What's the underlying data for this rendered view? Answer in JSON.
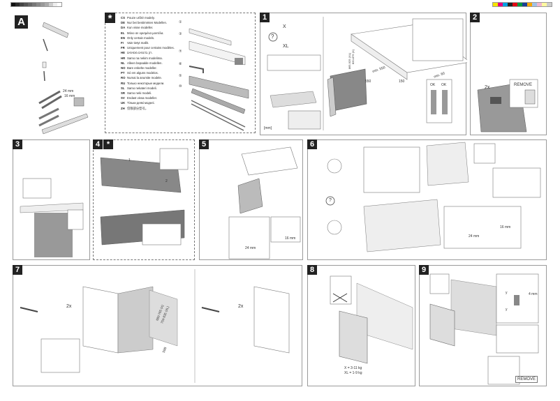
{
  "colors": {
    "gray_swatches": [
      "#111",
      "#2a2a2a",
      "#444",
      "#555",
      "#666",
      "#777",
      "#888",
      "#999",
      "#aaa",
      "#bbb",
      "#ddd",
      "#fff"
    ],
    "color_swatches": [
      "#f5e400",
      "#e5007e",
      "#00a0e3",
      "#222",
      "#e30613",
      "#009a3e",
      "#1d3f94",
      "#f7a600",
      "#a0c1e6",
      "#f1b6cf",
      "#fff8a0",
      "#ccc"
    ]
  },
  "panel_a": {
    "badge": "A",
    "wrench_sizes": [
      "24 mm",
      "16 mm"
    ]
  },
  "notes": {
    "badge": "*",
    "languages": [
      {
        "code": "CS",
        "text": "Pouze určité modely."
      },
      {
        "code": "DE",
        "text": "Nur bei bestimmten Modellen."
      },
      {
        "code": "DA",
        "text": "Kun visse modeller."
      },
      {
        "code": "EL",
        "text": "Μόνο σε ορισμένα μοντέλα."
      },
      {
        "code": "EN",
        "text": "Only certain models."
      },
      {
        "code": "FI",
        "text": "Vain tietyt mallit."
      },
      {
        "code": "FR",
        "text": "Uniquement pour certains modèles."
      },
      {
        "code": "HE",
        "text": "רק בדגמים מסוימים."
      },
      {
        "code": "HR",
        "text": "Samo na nekim modelima."
      },
      {
        "code": "NL",
        "text": "Alleen bepaalde modellen."
      },
      {
        "code": "NO",
        "text": "Bare enkelte modeller."
      },
      {
        "code": "PT",
        "text": "Só em alguns modelos."
      },
      {
        "code": "RO",
        "text": "Numai la anumite modele."
      },
      {
        "code": "RU",
        "text": "Только некоторые модели."
      },
      {
        "code": "SL",
        "text": "Samo nekateri modeli."
      },
      {
        "code": "SR",
        "text": "Samo neki modeli."
      },
      {
        "code": "SV",
        "text": "Endast vissa modeller."
      },
      {
        "code": "UK",
        "text": "Тільки деякі моделі."
      },
      {
        "code": "ZH",
        "text": "仅限部分型号。"
      }
    ],
    "parts": [
      "①",
      "③",
      "⑦",
      "⑧",
      "⑤",
      "⑩"
    ]
  },
  "step1": {
    "badge": "1",
    "question": "?",
    "variant_x": "X",
    "variant_xl": "XL",
    "unit": "[mm]",
    "dims": {
      "min_depth": "min. 550",
      "width": "550",
      "height": "150",
      "min_gap": "min. 60",
      "niche_x": "820-875 (X)",
      "niche_xl": "865-925 (XL)"
    },
    "ok_labels": [
      "OK",
      "OK"
    ]
  },
  "step2": {
    "badge": "2",
    "count": "2x",
    "remove": "REMOVE"
  },
  "step3": {
    "badge": "3"
  },
  "step4": {
    "badge": "4",
    "star": "*",
    "callouts": [
      "1",
      "2"
    ]
  },
  "step5": {
    "badge": "5",
    "wrench_large": "24 mm",
    "wrench_small": "16 mm"
  },
  "step6": {
    "badge": "6",
    "question": "?",
    "wrench_large": "24 mm",
    "wrench_small": "16 mm"
  },
  "step7": {
    "badge": "7",
    "count": "2x",
    "panel_height_x": "680-765 (X)",
    "panel_height_xl": "750-835 (XL)",
    "panel_width": "598"
  },
  "step8": {
    "badge": "8",
    "weight_x": "X = 3-11 kg",
    "weight_xl": "XL = 1-9 kg"
  },
  "step9": {
    "badge": "9",
    "gap": "4 mm",
    "dim": "y",
    "remove": "REMOVE"
  }
}
